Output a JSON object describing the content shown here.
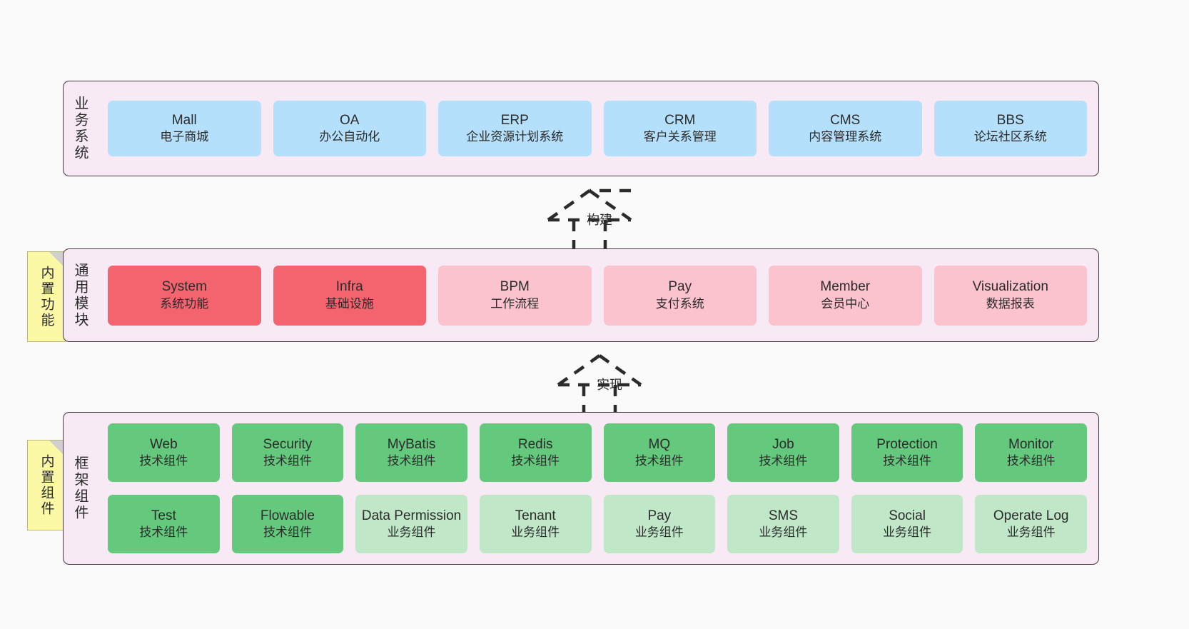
{
  "palette": {
    "page_bg": "#fafafa",
    "layer_bg": "#f7eaf4",
    "layer_border": "#47363f",
    "blue": "#b5e0fb",
    "red": "#f4646e",
    "pink": "#fac3cd",
    "green": "#64c87d",
    "green_light": "#c0e8c8",
    "note_yellow": "#fbf8a6",
    "note_fold": "#cfcfcf",
    "text": "#2b2b2b"
  },
  "layers": {
    "business": {
      "title": "业务系统",
      "items": [
        {
          "name": "Mall",
          "desc": "电子商城"
        },
        {
          "name": "OA",
          "desc": "办公自动化"
        },
        {
          "name": "ERP",
          "desc": "企业资源计划系统"
        },
        {
          "name": "CRM",
          "desc": "客户关系管理"
        },
        {
          "name": "CMS",
          "desc": "内容管理系统"
        },
        {
          "name": "BBS",
          "desc": "论坛社区系统"
        }
      ]
    },
    "modules": {
      "title": "通用模块",
      "note": "内置功能",
      "items": [
        {
          "name": "System",
          "desc": "系统功能",
          "tone": "red"
        },
        {
          "name": "Infra",
          "desc": "基础设施",
          "tone": "red"
        },
        {
          "name": "BPM",
          "desc": "工作流程",
          "tone": "pink"
        },
        {
          "name": "Pay",
          "desc": "支付系统",
          "tone": "pink"
        },
        {
          "name": "Member",
          "desc": "会员中心",
          "tone": "pink"
        },
        {
          "name": "Visualization",
          "desc": "数据报表",
          "tone": "pink"
        }
      ]
    },
    "framework": {
      "title": "框架组件",
      "note": "内置组件",
      "row1": [
        {
          "name": "Web",
          "desc": "技术组件",
          "tone": "green"
        },
        {
          "name": "Security",
          "desc": "技术组件",
          "tone": "green"
        },
        {
          "name": "MyBatis",
          "desc": "技术组件",
          "tone": "green"
        },
        {
          "name": "Redis",
          "desc": "技术组件",
          "tone": "green"
        },
        {
          "name": "MQ",
          "desc": "技术组件",
          "tone": "green"
        },
        {
          "name": "Job",
          "desc": "技术组件",
          "tone": "green"
        },
        {
          "name": "Protection",
          "desc": "技术组件",
          "tone": "green"
        },
        {
          "name": "Monitor",
          "desc": "技术组件",
          "tone": "green"
        }
      ],
      "row2": [
        {
          "name": "Test",
          "desc": "技术组件",
          "tone": "green"
        },
        {
          "name": "Flowable",
          "desc": "技术组件",
          "tone": "green"
        },
        {
          "name": "Data Permission",
          "desc": "业务组件",
          "tone": "green-light"
        },
        {
          "name": "Tenant",
          "desc": "业务组件",
          "tone": "green-light"
        },
        {
          "name": "Pay",
          "desc": "业务组件",
          "tone": "green-light"
        },
        {
          "name": "SMS",
          "desc": "业务组件",
          "tone": "green-light"
        },
        {
          "name": "Social",
          "desc": "业务组件",
          "tone": "green-light"
        },
        {
          "name": "Operate Log",
          "desc": "业务组件",
          "tone": "green-light"
        }
      ]
    }
  },
  "connectors": [
    {
      "label": "构建",
      "direction": "up"
    },
    {
      "label": "实现",
      "direction": "up"
    }
  ]
}
